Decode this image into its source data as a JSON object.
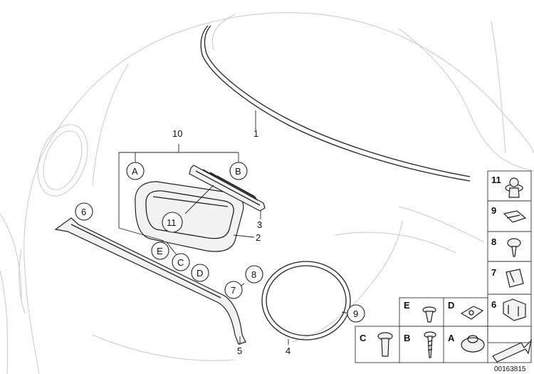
{
  "diagram": {
    "callouts": {
      "n1": "1",
      "n2": "2",
      "n3": "3",
      "n4": "4",
      "n5": "5",
      "n6": "6",
      "n7": "7",
      "n8": "8",
      "n9": "9",
      "n10": "10",
      "n11": "11",
      "A": "A",
      "B": "B",
      "C": "C",
      "D": "D",
      "E": "E"
    },
    "fastener_grid": {
      "right_column": [
        "11",
        "9",
        "8",
        "7",
        "6"
      ],
      "row_top": [
        "E",
        "D"
      ],
      "row_bottom": [
        "C",
        "B",
        "A"
      ]
    },
    "image_number": "00163815"
  }
}
